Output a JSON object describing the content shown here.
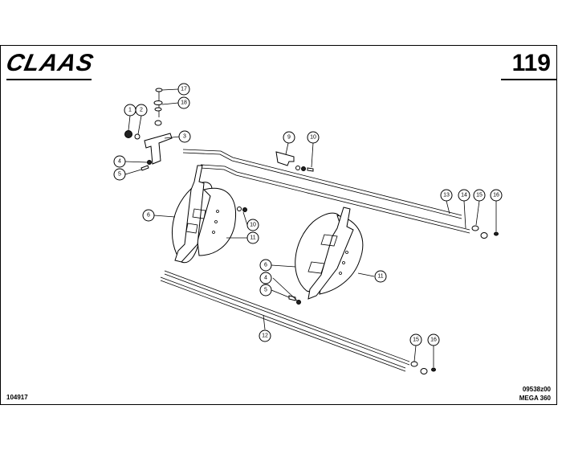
{
  "header": {
    "brand": "CLAAS",
    "page_number": "119"
  },
  "footer": {
    "document_number": "104917",
    "drawing_code": "09538z00",
    "model": "MEGA 360"
  },
  "callouts": {
    "c1": "1",
    "c2": "2",
    "c3": "3",
    "c4a": "4",
    "c5a": "5",
    "c6a": "6",
    "c9": "9",
    "c10a": "10",
    "c10b": "10",
    "c11a": "11",
    "c13": "13",
    "c14": "14",
    "c15a": "15",
    "c16a": "16",
    "c17": "17",
    "c18": "18",
    "c6b": "6",
    "c4b": "4",
    "c5b": "5",
    "c11b": "11",
    "c12": "12",
    "c15b": "15",
    "c16b": "16"
  }
}
